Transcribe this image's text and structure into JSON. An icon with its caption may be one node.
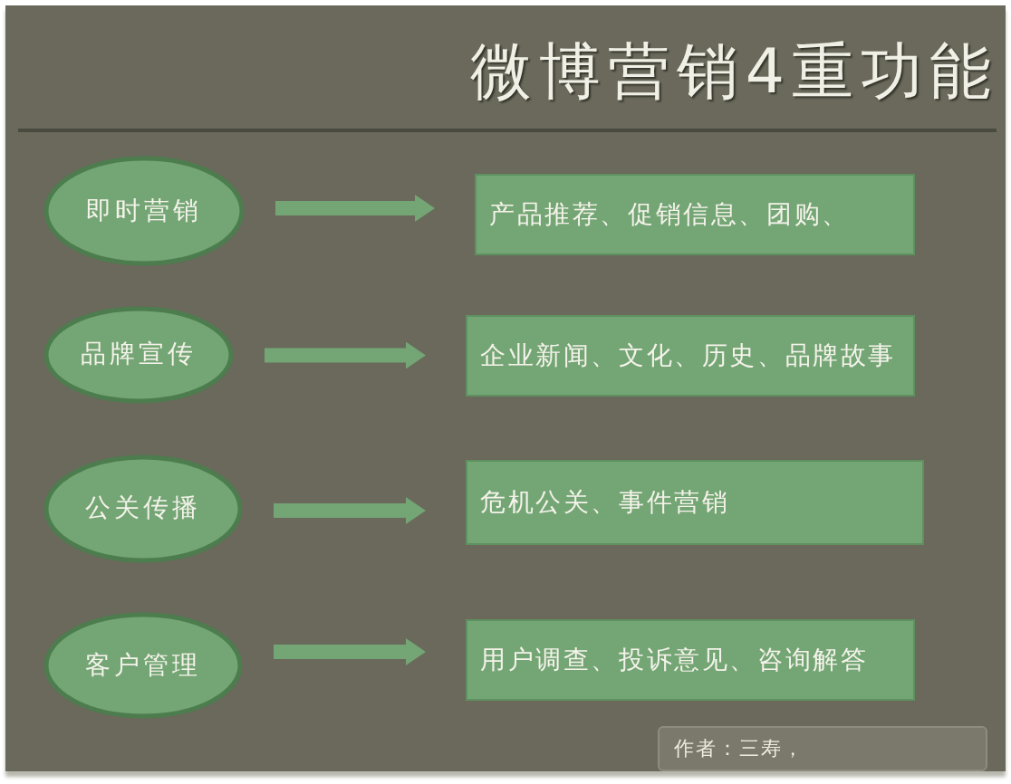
{
  "diagram": {
    "title": "微博营销4重功能",
    "nodes": [
      {
        "text": [
          "即时营销"
        ]
      },
      {
        "text": [
          "产品推荐、促销信息、团购、"
        ]
      },
      {
        "text": [
          "品牌宣传"
        ]
      },
      {
        "text": [
          "企业新闻、文化、历史、品牌故事"
        ]
      },
      {
        "text": [
          "公关传播"
        ]
      },
      {
        "text": [
          "危机公关、事件营销"
        ]
      },
      {
        "text": [
          "客户管理"
        ]
      },
      {
        "text": [
          "用户调查、投诉意见、咨询解答"
        ]
      },
      {
        "text": [
          "作者：三寿，"
        ]
      }
    ],
    "edges": [
      {
        "from": 0,
        "to": 1,
        "arrow": "to"
      },
      {
        "from": 2,
        "to": 3,
        "arrow": "to"
      },
      {
        "from": 4,
        "to": 5,
        "arrow": "to"
      },
      {
        "from": 6,
        "to": 7,
        "arrow": "to"
      }
    ]
  }
}
